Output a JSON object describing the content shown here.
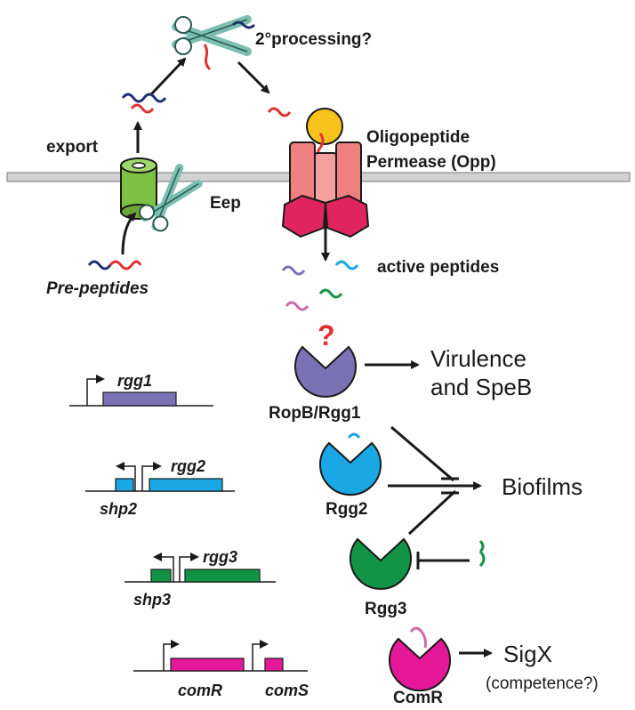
{
  "labels": {
    "processing": "2°processing?",
    "export": "export",
    "eep": "Eep",
    "prepeptides": "Pre-peptides",
    "opp_line1": "Oligopeptide",
    "opp_line2": "Permease (Opp)",
    "active_peptides": "active peptides",
    "virulence_line1": "Virulence",
    "virulence_line2": "and SpeB",
    "ropb": "RopB/Rgg1",
    "rgg2": "Rgg2",
    "rgg3": "Rgg3",
    "comr": "ComR",
    "biofilms": "Biofilms",
    "sigx_line1": "SigX",
    "sigx_line2": "(competence?)",
    "question_mark": "?"
  },
  "genes": {
    "rgg1": "rgg1",
    "rgg2": "rgg2",
    "shp2": "shp2",
    "rgg3": "rgg3",
    "shp3": "shp3",
    "comR": "comR",
    "comS": "comS"
  },
  "colors": {
    "membrane": "#cfcfcf",
    "eep_green": "#7cc142",
    "opp_pink": "#f08080",
    "opp_red": "#e0245e",
    "opp_yellow": "#f7c21b",
    "rgg1_purple": "#7b72b6",
    "rgg2_blue": "#1aa7e6",
    "rgg3_green": "#129447",
    "comr_magenta": "#e5189a",
    "peptide_red": "#e2312f",
    "peptide_navy": "#22306f",
    "scissors_teal": "#7bbfb0"
  }
}
